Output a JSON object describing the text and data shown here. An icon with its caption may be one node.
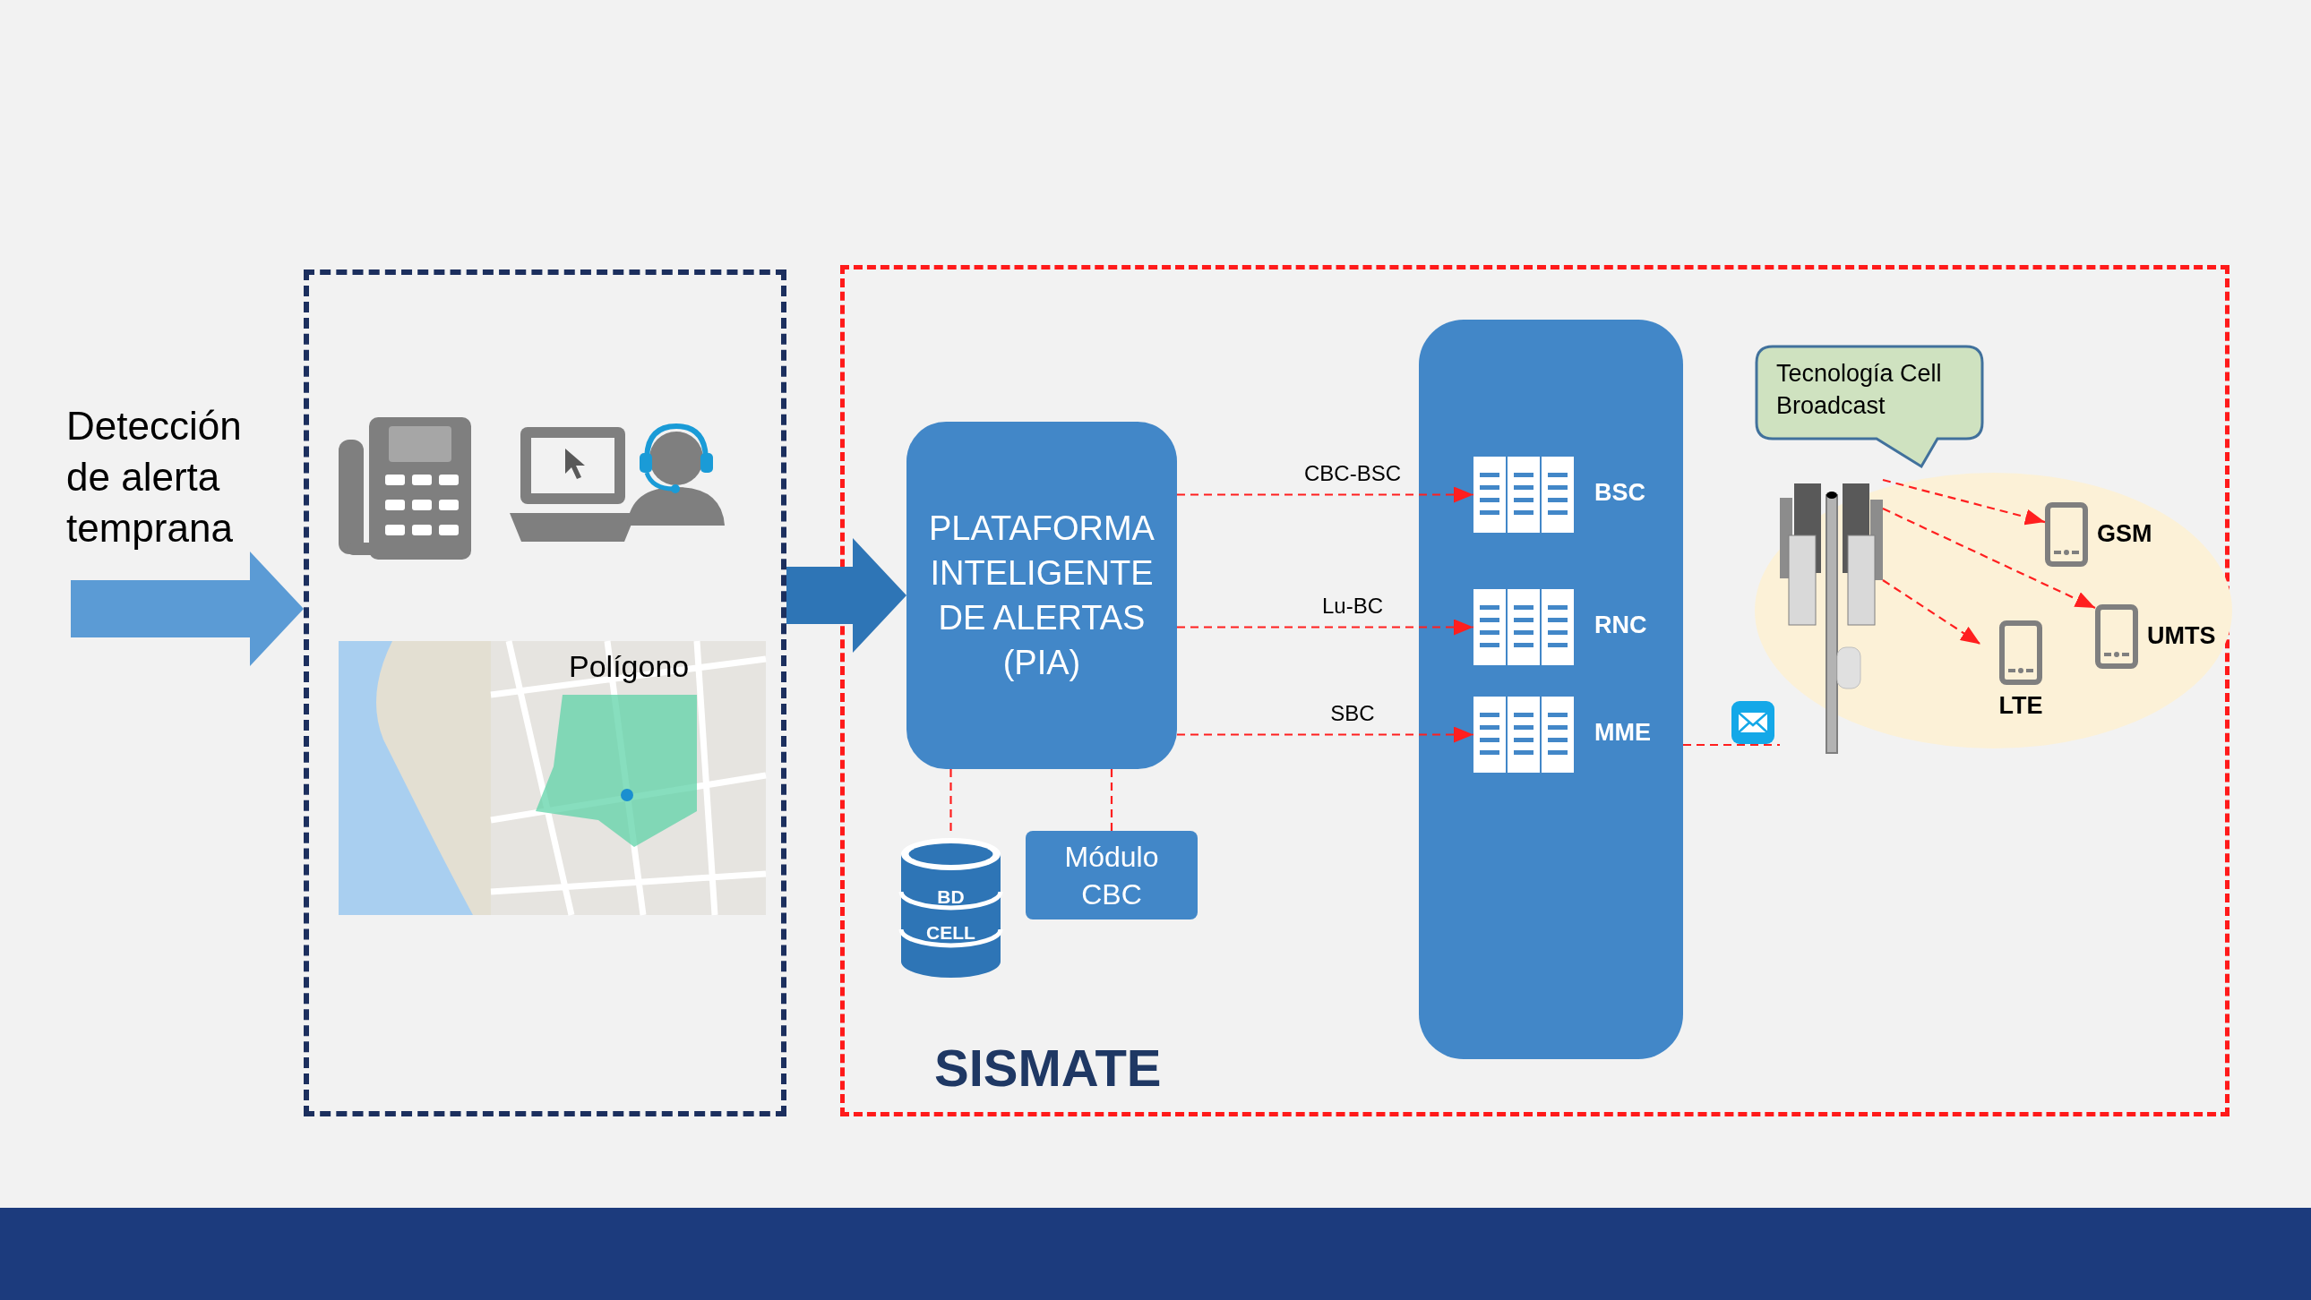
{
  "diagram": {
    "nodes": [
      {
        "text": [],
        "shape": "box"
      },
      {
        "text": [
          "SISMATE"
        ]
      },
      {
        "text": [
          "PLATAFORMA INTELIGENTE DE ALERTAS (PIA)"
        ],
        "in": 1
      },
      {
        "text": [
          "BD CELL"
        ],
        "in": 1
      },
      {
        "text": [
          "Módulo CBC"
        ],
        "in": 1
      },
      {
        "text": [],
        "shape": "box",
        "in": 1
      },
      {
        "text": [
          "BSC"
        ],
        "in": 5
      },
      {
        "text": [
          "RNC"
        ],
        "in": 5
      },
      {
        "text": [
          "MME"
        ],
        "in": 5
      },
      {
        "text": [],
        "shape": "picture",
        "in": 1
      },
      {
        "text": [
          "Tecnología Cell Broadcast"
        ],
        "in": 1
      },
      {
        "text": [
          "GSM"
        ],
        "in": 1
      },
      {
        "text": [
          "UMTS"
        ],
        "in": 1
      },
      {
        "text": [
          "LTE"
        ],
        "in": 1
      }
    ],
    "edges": [
      {
        "from": null,
        "to": 0,
        "arrow": "to",
        "style": "thick",
        "color": "#5b9bd5"
      },
      {
        "from": 0,
        "to": 2,
        "arrow": "to",
        "style": "thick",
        "color": "#2e75b6"
      },
      {
        "from": 2,
        "to": 6,
        "arrow": "to",
        "label": "CBC-BSC",
        "style": "dashed"
      },
      {
        "from": 2,
        "to": 7,
        "arrow": "to",
        "label": "Lu-BC",
        "style": "dashed"
      },
      {
        "from": 2,
        "to": 8,
        "arrow": "to",
        "label": "SBC",
        "style": "dashed"
      },
      {
        "from": 2,
        "to": 3,
        "arrow": "none",
        "style": "dashed"
      },
      {
        "from": 2,
        "to": 4,
        "arrow": "none",
        "style": "dashed"
      },
      {
        "from": 5,
        "to": 9,
        "arrow": "none",
        "style": "dashed"
      },
      {
        "from": 9,
        "to": 11,
        "arrow": "to",
        "style": "dashed"
      },
      {
        "from": 9,
        "to": 12,
        "arrow": "to",
        "style": "dashed"
      },
      {
        "from": 9,
        "to": 13,
        "arrow": "to",
        "style": "dashed"
      }
    ],
    "labels": [
      "Detección de alerta temprana",
      "Polígono"
    ]
  }
}
